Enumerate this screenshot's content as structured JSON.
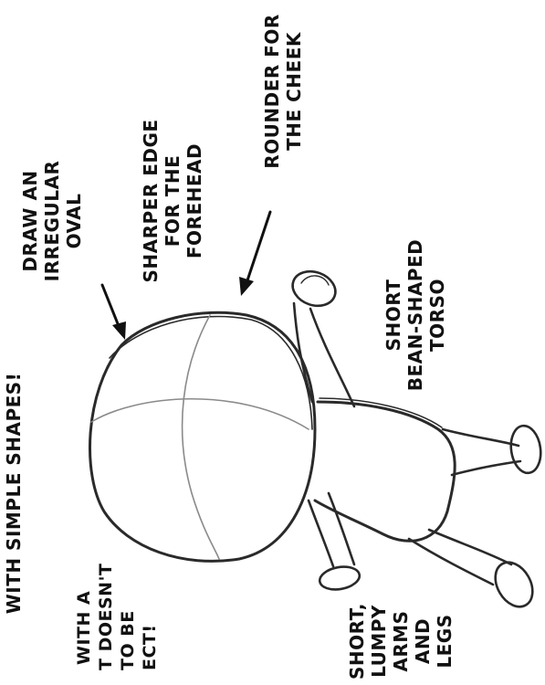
{
  "labels": {
    "draw_oval": [
      "DRAW AN",
      "IRREGULAR",
      "OVAL"
    ],
    "forehead": [
      "SHARPER EDGE",
      "FOR THE",
      "FOREHEAD"
    ],
    "cheek": [
      "ROUNDER FOR",
      "THE CHEEK"
    ],
    "simple_shapes": "WITH SIMPLE SHAPES!",
    "torso": [
      "SHORT",
      "BEAN-SHAPED",
      "TORSO"
    ],
    "limbs": [
      "SHORT,",
      "LUMPY",
      "ARMS",
      "AND",
      "LEGS"
    ],
    "perfect_note": [
      "WITH A",
      "T DOESN'T",
      "TO BE",
      "ECT!"
    ]
  },
  "colors": {
    "ink": "#2a2a2a",
    "guide": "#8a8a8a",
    "background": "#ffffff"
  }
}
